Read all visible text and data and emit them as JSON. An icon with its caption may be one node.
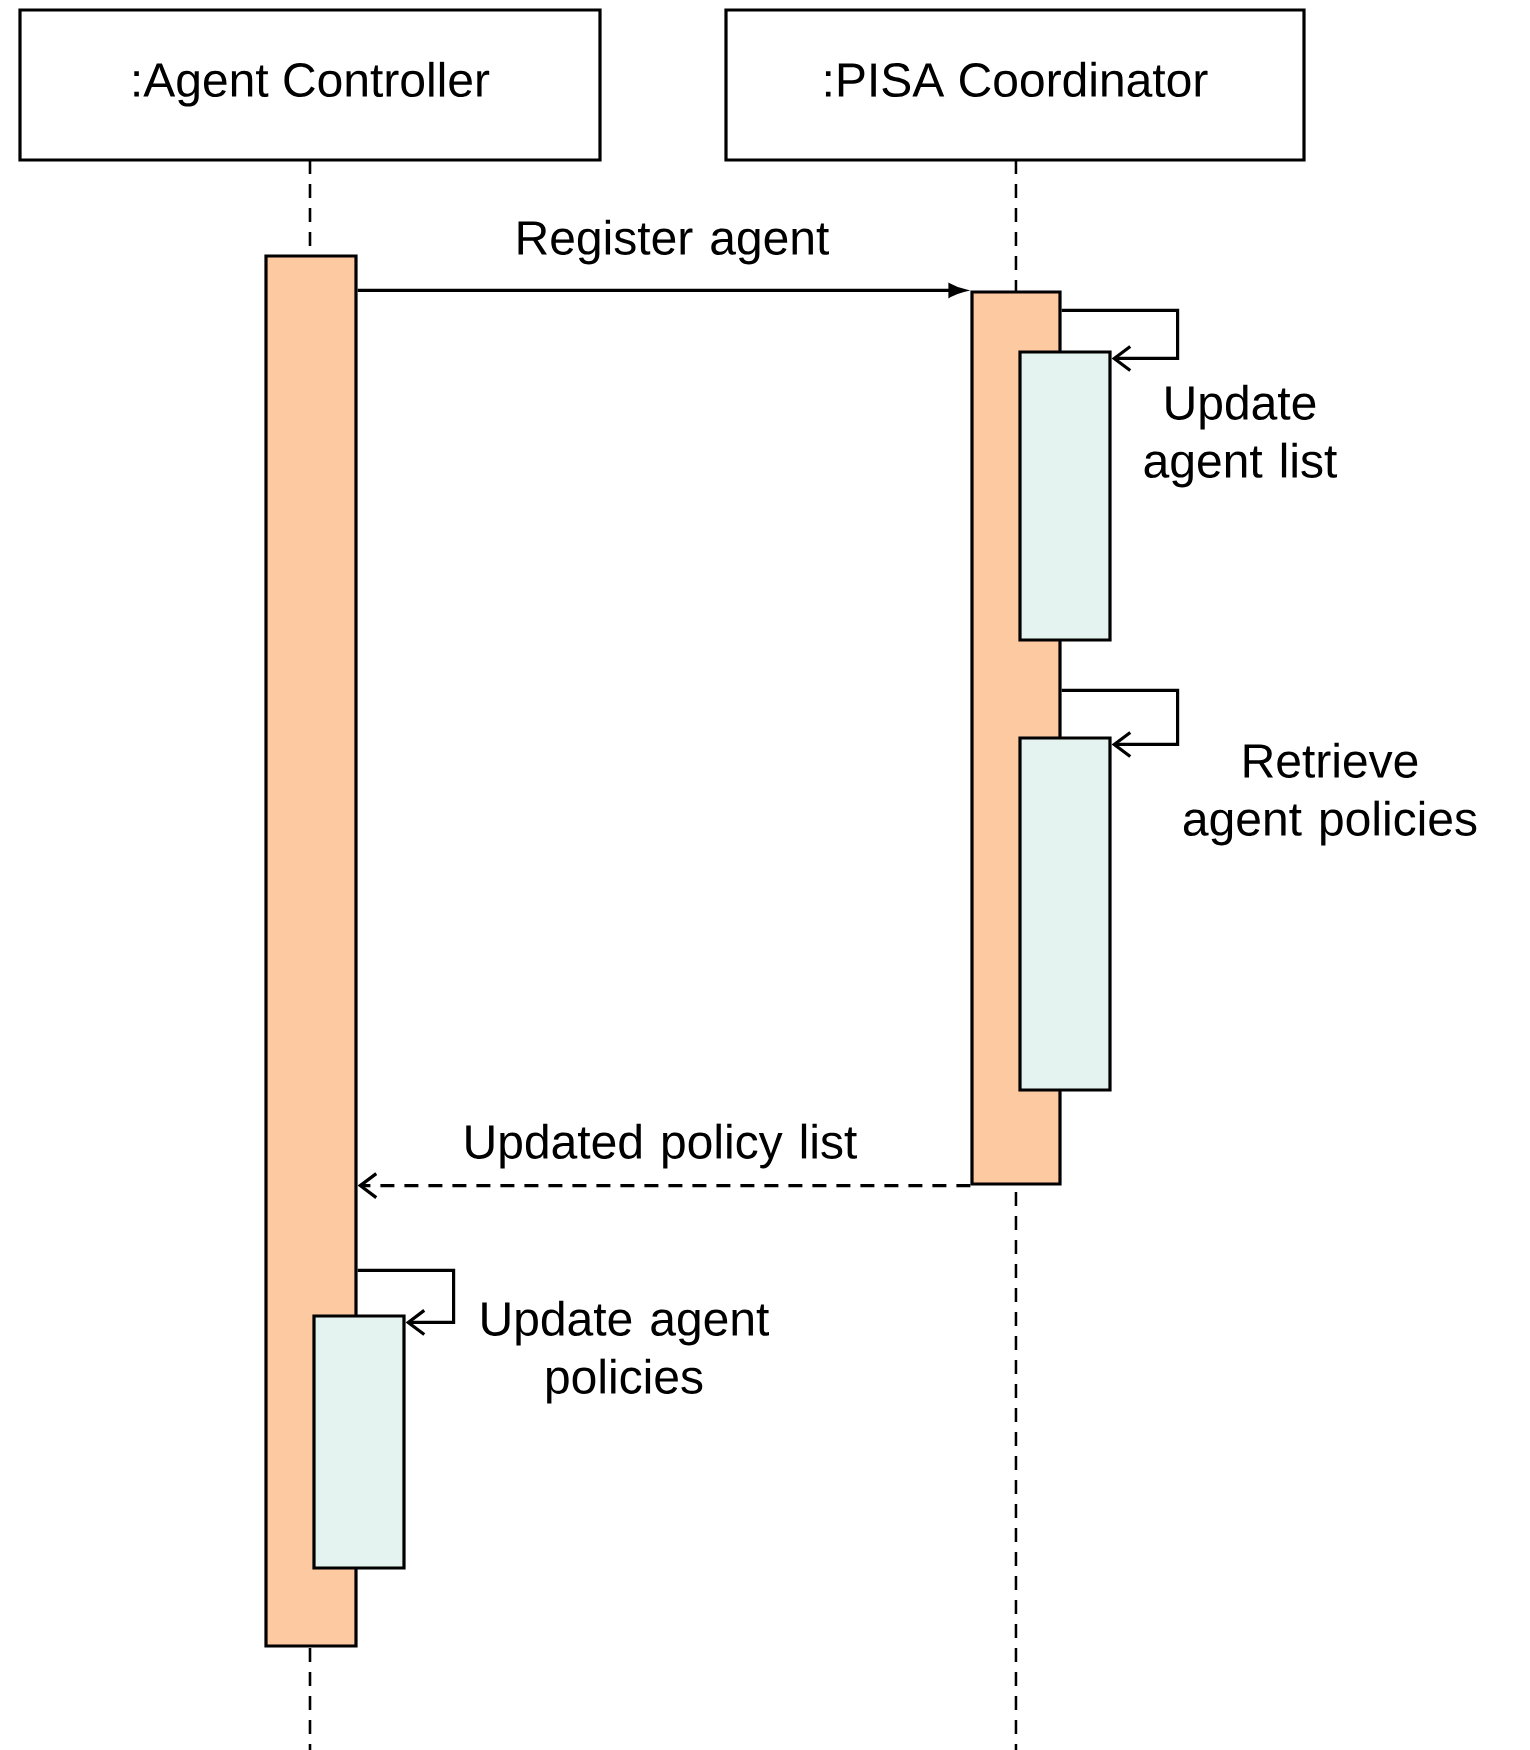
{
  "diagram": {
    "nodes": [
      {
        "text": [
          ":Agent Controller"
        ]
      },
      {
        "text": [
          ":PISA Coordinator"
        ]
      },
      {
        "text": [],
        "shape": "bar"
      },
      {
        "text": [],
        "shape": "bar"
      },
      {
        "text": [],
        "shape": "bar"
      },
      {
        "text": [],
        "shape": "bar"
      },
      {
        "text": [],
        "shape": "bar"
      }
    ],
    "edges": [
      {
        "from": 2,
        "to": 3,
        "arrow": "to",
        "label": "Register agent"
      },
      {
        "from": 3,
        "to": 4,
        "arrow": "to",
        "label": "Update agent list"
      },
      {
        "from": 3,
        "to": 5,
        "arrow": "to",
        "label": "Retrieve agent policies"
      },
      {
        "from": 3,
        "to": 2,
        "arrow": "to",
        "label": "Updated policy list",
        "style": "dashed"
      },
      {
        "from": 2,
        "to": 6,
        "arrow": "to",
        "label": "Update agent policies"
      }
    ]
  }
}
